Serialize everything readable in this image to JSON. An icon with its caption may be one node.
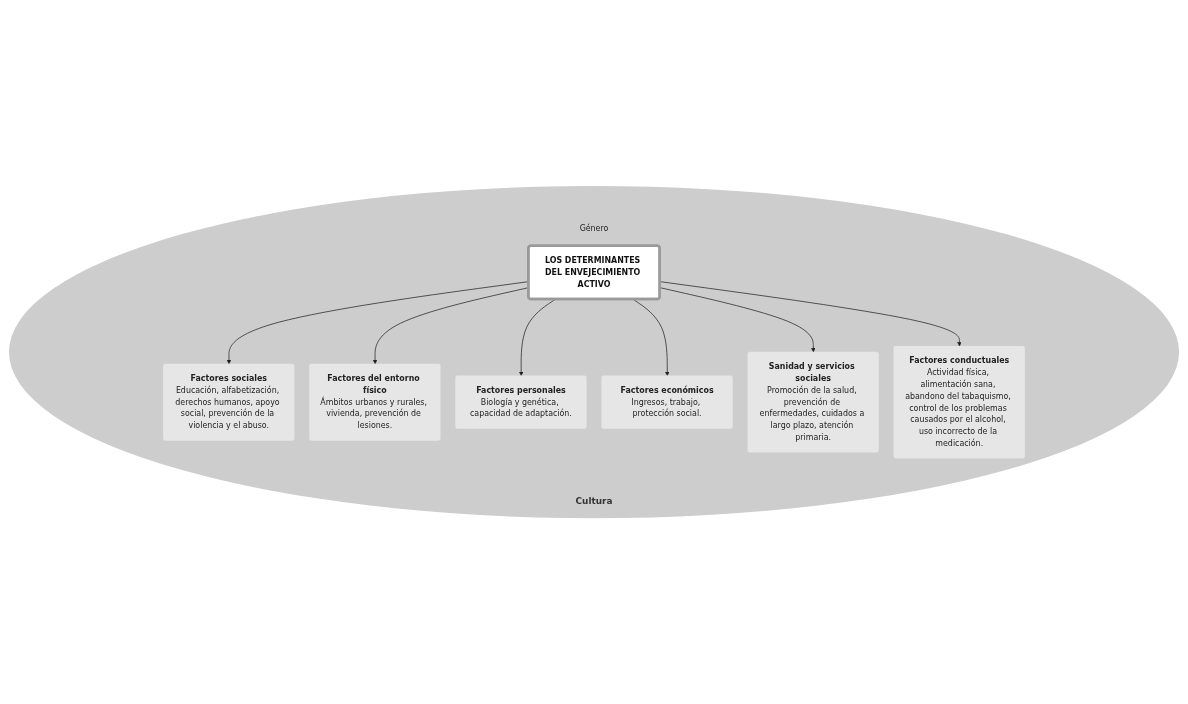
{
  "diagram": {
    "nodes": [
      {
        "text": [
          "Género",
          "Cultura"
        ]
      },
      {
        "text": [
          "Factores sociales",
          "Educación, alfabetización, derechos humanos, apoyo social, prevención de la violencia y el abuso."
        ],
        "in": 0
      },
      {
        "text": [
          "Factores del entorno físico",
          "Ámbitos urbanos y rurales, vivienda, prevención de lesiones."
        ],
        "in": 0
      },
      {
        "text": [
          "Factores personales",
          "Biología y genética, capacidad de adaptación."
        ],
        "in": 0
      },
      {
        "text": [
          "LOS DETERMINANTES DEL ENVEJECIMIENTO ACTIVO"
        ],
        "in": 0
      },
      {
        "text": [
          "Factores económicos",
          "Ingresos, trabajo, protección social."
        ],
        "in": 0
      },
      {
        "text": [
          "Sanidad y servicios sociales",
          "Promoción de la salud, prevención de enfermedades, cuidados a largo plazo, atención primaria."
        ],
        "in": 0
      },
      {
        "text": [
          "Factores conductuales",
          "Actividad física, alimentación sana, abandono del tabaquismo, control de los problemas causados por el alcohol, uso incorrecto de la medicación."
        ],
        "in": 0
      }
    ],
    "edges": [
      {
        "from": 4,
        "to": 1,
        "arrow": "to"
      },
      {
        "from": 4,
        "to": 2,
        "arrow": "to"
      },
      {
        "from": 4,
        "to": 3,
        "arrow": "to"
      },
      {
        "from": 4,
        "to": 5,
        "arrow": "to"
      },
      {
        "from": 4,
        "to": 6,
        "arrow": "to"
      },
      {
        "from": 4,
        "to": 7,
        "arrow": "to"
      }
    ]
  }
}
